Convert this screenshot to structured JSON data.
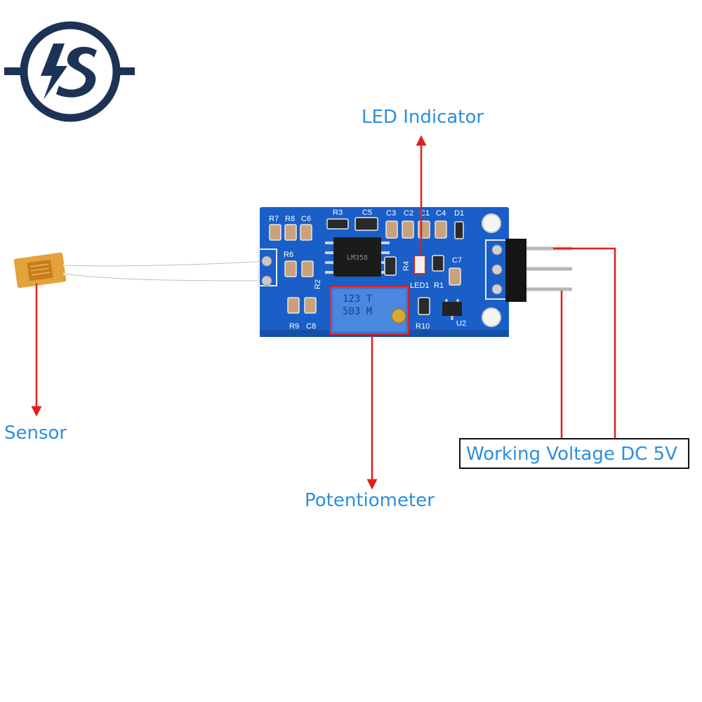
{
  "labels": {
    "led_indicator": "LED Indicator",
    "sensor": "Sensor",
    "potentiometer": "Potentiometer",
    "working_voltage": "Working Voltage DC 5V"
  },
  "silkscreen": {
    "r7": "R7",
    "r8": "R8",
    "c6": "C6",
    "r3": "R3",
    "c5": "C5",
    "c3": "C3",
    "c2": "C2",
    "c1": "C1",
    "c4": "C4",
    "d1": "D1",
    "r6": "R6",
    "r2": "R2",
    "r4": "R4",
    "c7": "C7",
    "led1": "LED1",
    "r1": "R1",
    "r9": "R9",
    "c8": "C8",
    "r10": "R10",
    "u2": "U2"
  },
  "potentiometer_markings": {
    "line1": "123 T",
    "line2": "503 M"
  },
  "chip_marking": "LM358",
  "colors": {
    "label_blue": "#2b8fe0",
    "arrow_red": "#e02020",
    "pcb_blue": "#1a5fc8",
    "logo_navy": "#1c3356"
  },
  "icons": {
    "logo": "lightning-s-logo-icon"
  }
}
